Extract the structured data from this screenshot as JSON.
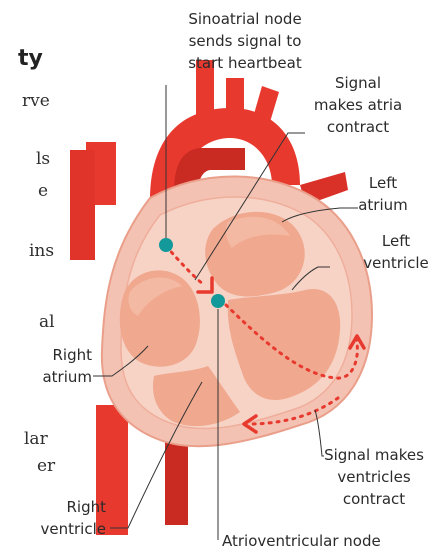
{
  "left_fragments": [
    "ty",
    "rve",
    "ls",
    "e",
    "ins",
    "al",
    "lar",
    "er"
  ],
  "labels": {
    "sinoatrial": "Sinoatrial node\nsends signal to\nstart heartbeat",
    "signal_atria": "Signal\nmakes atria\ncontract",
    "left_atrium": "Left\natrium",
    "left_ventricle": "Left\nventricle",
    "right_atrium": "Right\natrium",
    "right_ventricle": "Right\nventricle",
    "signal_ventricles": "Signal makes\nventricles\ncontract",
    "av_node": "Atrioventricular node"
  },
  "colors": {
    "vessel": "#e8392f",
    "vessel_dark": "#c92a22",
    "heart_wall": "#f4c2b3",
    "heart_wall_edge": "#ea9f8a",
    "chamber": "#f0a88f",
    "chamber_light": "#f4b9a2",
    "node": "#13999a",
    "signal": "#e8392f",
    "leader": "#333333"
  }
}
